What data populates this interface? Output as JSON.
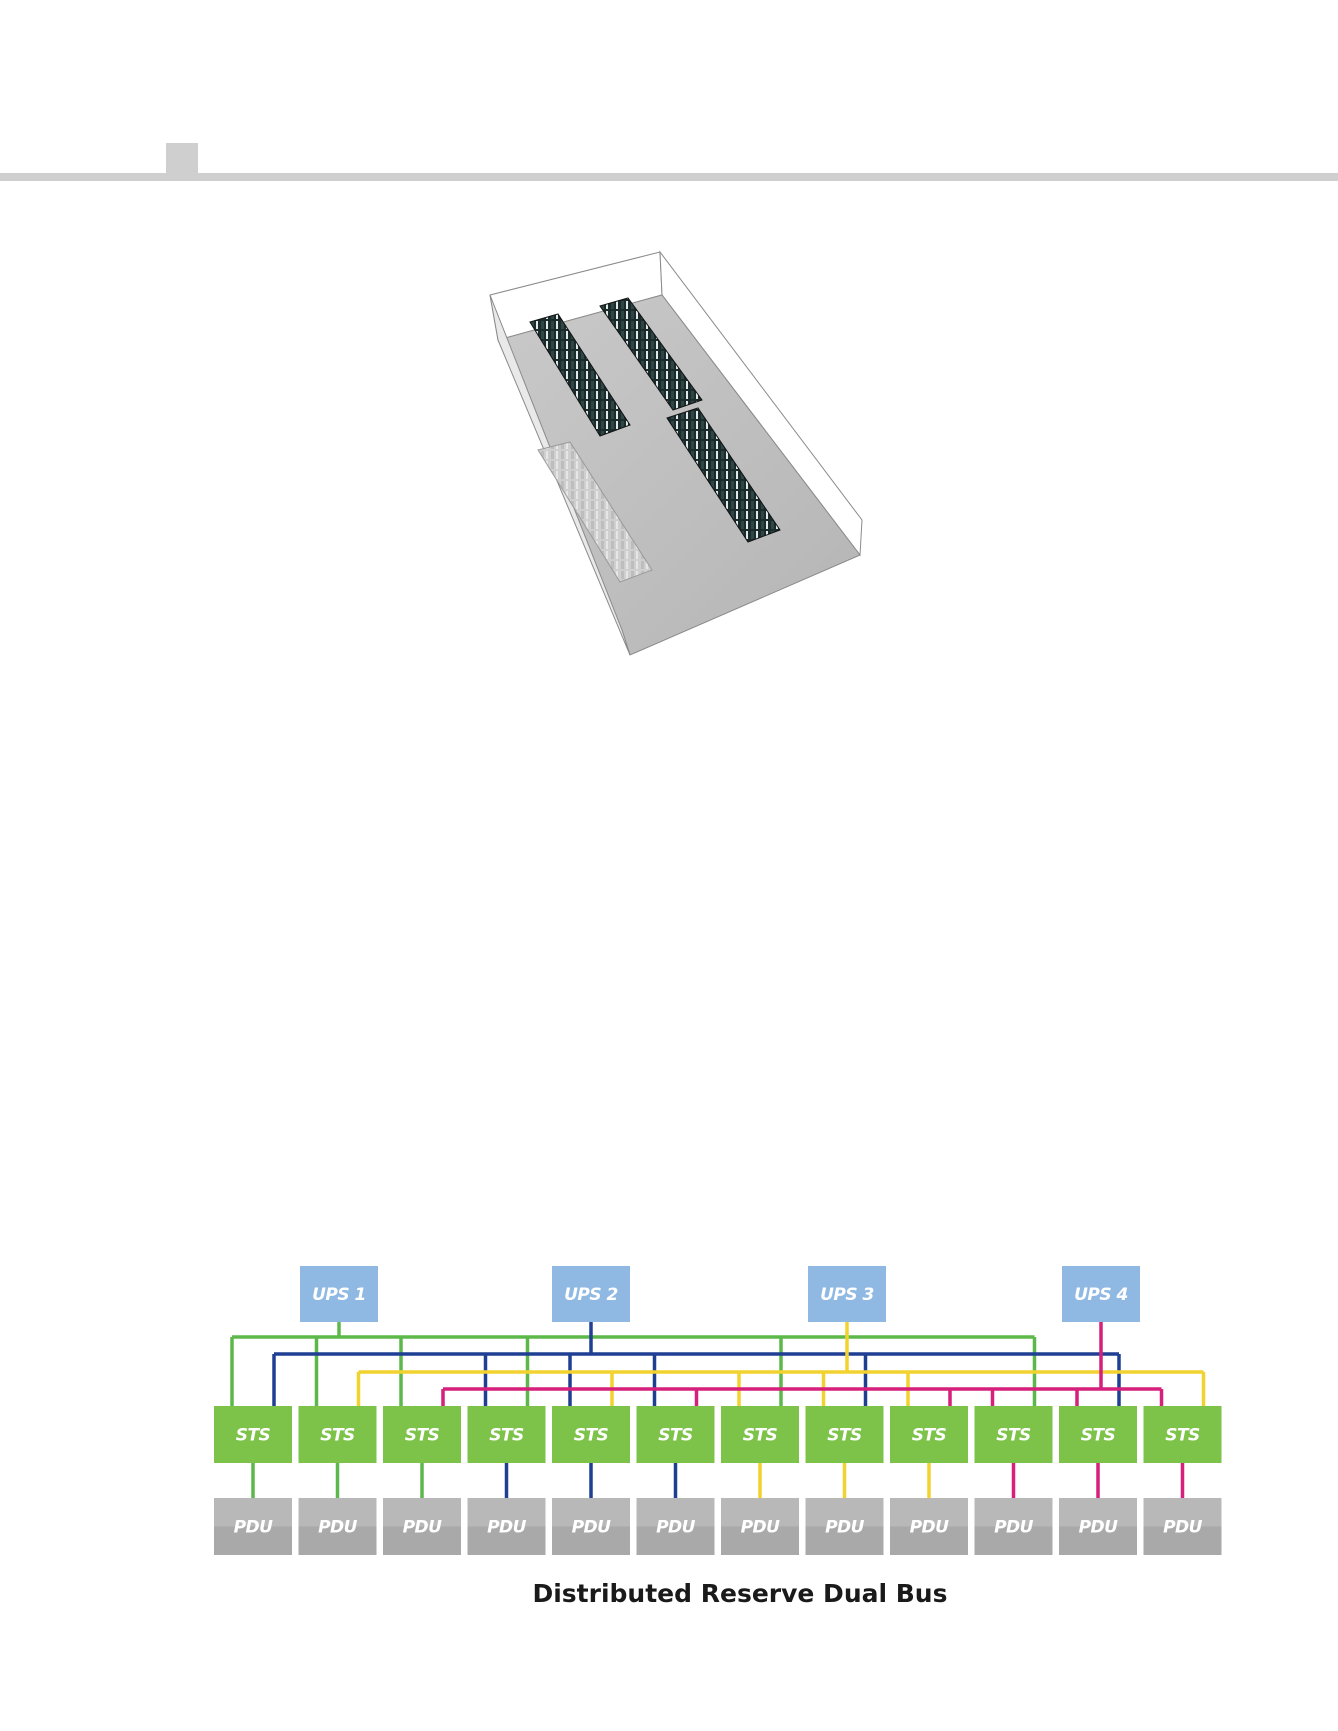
{
  "diagram": {
    "title": "Distributed Reserve Dual Bus",
    "ups": [
      "UPS 1",
      "UPS 2",
      "UPS 3",
      "UPS 4"
    ],
    "sts_label": "STS",
    "pdu_label": "PDU",
    "sts_count": 12,
    "colors": {
      "ups": "#8fb8e3",
      "sts": "#7dc349",
      "pdu": "#a9a9a9",
      "bus_ups1": "#5cb84a",
      "bus_ups2": "#1f3f93",
      "bus_ups3": "#f2d22e",
      "bus_ups4": "#d6207b"
    },
    "pdu_feed_colors": [
      "bus_ups1",
      "bus_ups1",
      "bus_ups1",
      "bus_ups2",
      "bus_ups2",
      "bus_ups2",
      "bus_ups3",
      "bus_ups3",
      "bus_ups3",
      "bus_ups4",
      "bus_ups4",
      "bus_ups4"
    ],
    "sts_inputs": [
      [
        "bus_ups1",
        "bus_ups2"
      ],
      [
        "bus_ups1",
        "bus_ups3"
      ],
      [
        "bus_ups1",
        "bus_ups4"
      ],
      [
        "bus_ups2",
        "bus_ups1"
      ],
      [
        "bus_ups2",
        "bus_ups3"
      ],
      [
        "bus_ups2",
        "bus_ups4"
      ],
      [
        "bus_ups3",
        "bus_ups1"
      ],
      [
        "bus_ups3",
        "bus_ups2"
      ],
      [
        "bus_ups3",
        "bus_ups4"
      ],
      [
        "bus_ups4",
        "bus_ups1"
      ],
      [
        "bus_ups4",
        "bus_ups2"
      ],
      [
        "bus_ups4",
        "bus_ups3"
      ]
    ]
  }
}
